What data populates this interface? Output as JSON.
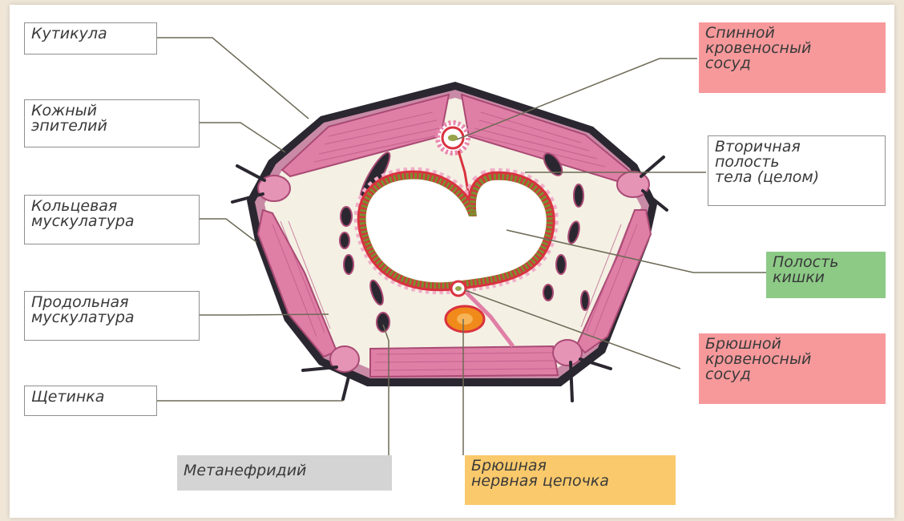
{
  "labels": {
    "cuticle": "Кутикула",
    "skin_epithelium": "Кожный\nэпителий",
    "circular_muscles": "Кольцевая\nмускулатура",
    "longitudinal_muscles": "Продольная\nмускулатура",
    "bristle": "Щетинка",
    "metanephridium": "Метанефридий",
    "ventral_nerve_cord": "Брюшная\nнервная цепочка",
    "dorsal_vessel": "Спинной\nкровеносный\nсосуд",
    "coelom": "Вторичная\nполость\nтела (целом)",
    "gut_cavity": "Полость\nкишки",
    "ventral_vessel": "Брюшной\nкровеносный\nсосуд"
  },
  "colors": {
    "background": "#efe6d8",
    "card": "#ffffff",
    "label_white": "#ffffff",
    "label_red": "#f7999b",
    "label_green": "#8cca86",
    "label_gray": "#d4d4d4",
    "label_yellow": "#fac96b",
    "cuticle": "#2b2730",
    "muscle_pink": "#e07fa6",
    "cavity_fill": "#f4f0e4",
    "gut_green": "#7f8b2f",
    "vessel_red": "#d9323f",
    "nerve_orange": "#f08a1a",
    "leader_line": "#6d6a56"
  }
}
